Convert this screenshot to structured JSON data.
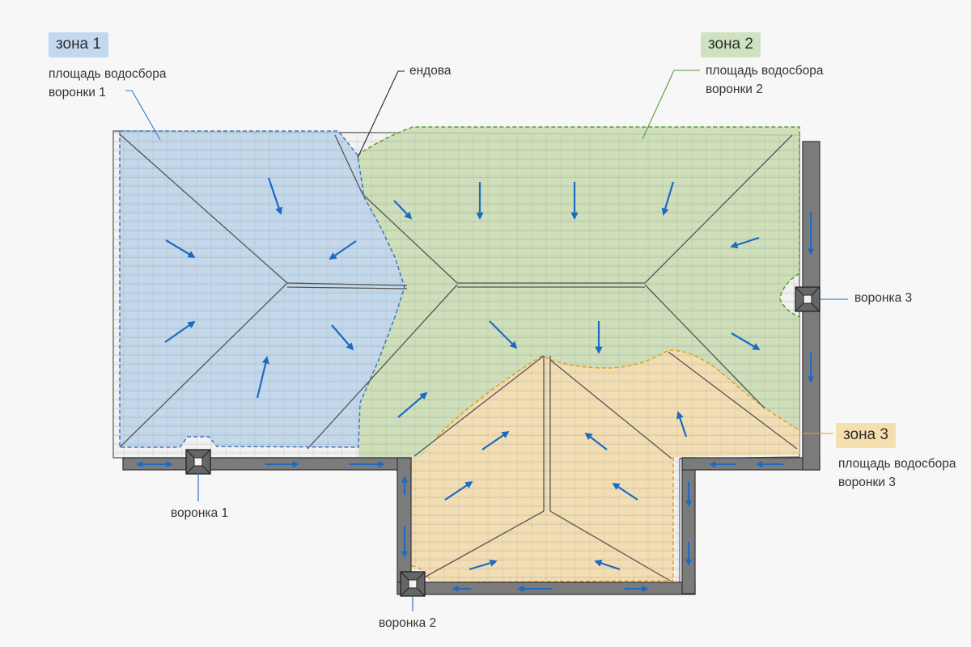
{
  "zones": [
    {
      "id": "zone1",
      "label": "зона 1",
      "description": [
        "площадь водосбора",
        "воронки 1"
      ],
      "fill": "#bcd3ea",
      "badge_bg": "#c2d8ee",
      "stroke": "#3a78c8"
    },
    {
      "id": "zone2",
      "label": "зона 2",
      "description": [
        "площадь водосбора",
        "воронки 2"
      ],
      "fill": "#c8dcb0",
      "badge_bg": "#cfe2bf",
      "stroke": "#5f9a2e"
    },
    {
      "id": "zone3",
      "label": "зона 3",
      "description": [
        "площадь водосбора",
        "воронки 3"
      ],
      "fill": "#f3dcad",
      "badge_bg": "#f6dfae",
      "stroke": "#e0a020"
    }
  ],
  "labels": {
    "valley": "ендова",
    "funnel1": "воронка 1",
    "funnel2": "воронка 2",
    "funnel3": "воронка 3"
  },
  "colors": {
    "arrow": "#1c6bc2",
    "gutter": "#7b7b7b",
    "gutter_edge": "#333333",
    "ridge": "#555555",
    "leader": "#222222"
  }
}
